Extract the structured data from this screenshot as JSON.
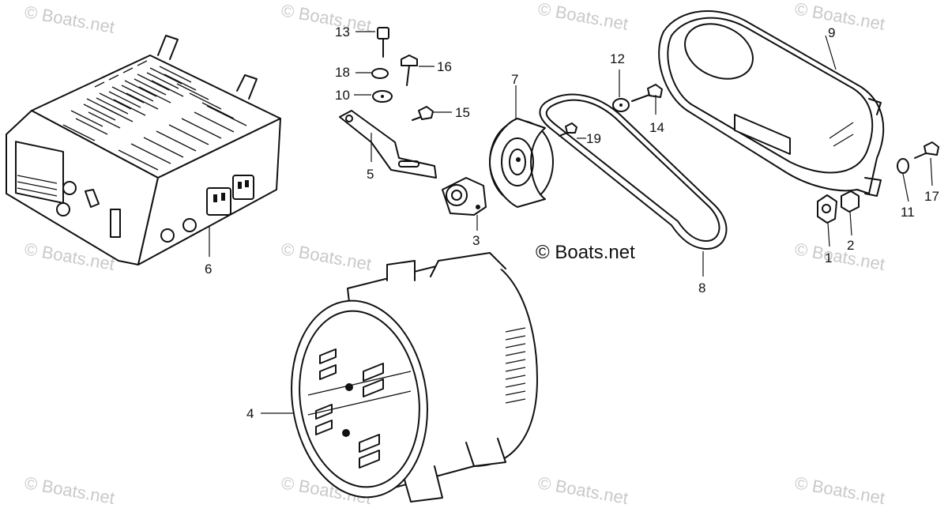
{
  "watermark": "© Boats.net",
  "copyright": "© Boats.net",
  "callouts": [
    "1",
    "2",
    "3",
    "4",
    "5",
    "6",
    "7",
    "8",
    "9",
    "10",
    "11",
    "12",
    "13",
    "14",
    "15",
    "16",
    "17",
    "18",
    "19"
  ],
  "parts": {
    "control_box": "6",
    "alternator": "4",
    "bracket": "5",
    "pulley": "7",
    "belt": "8",
    "belt_cover": "9",
    "rectifier_knob": "3"
  }
}
